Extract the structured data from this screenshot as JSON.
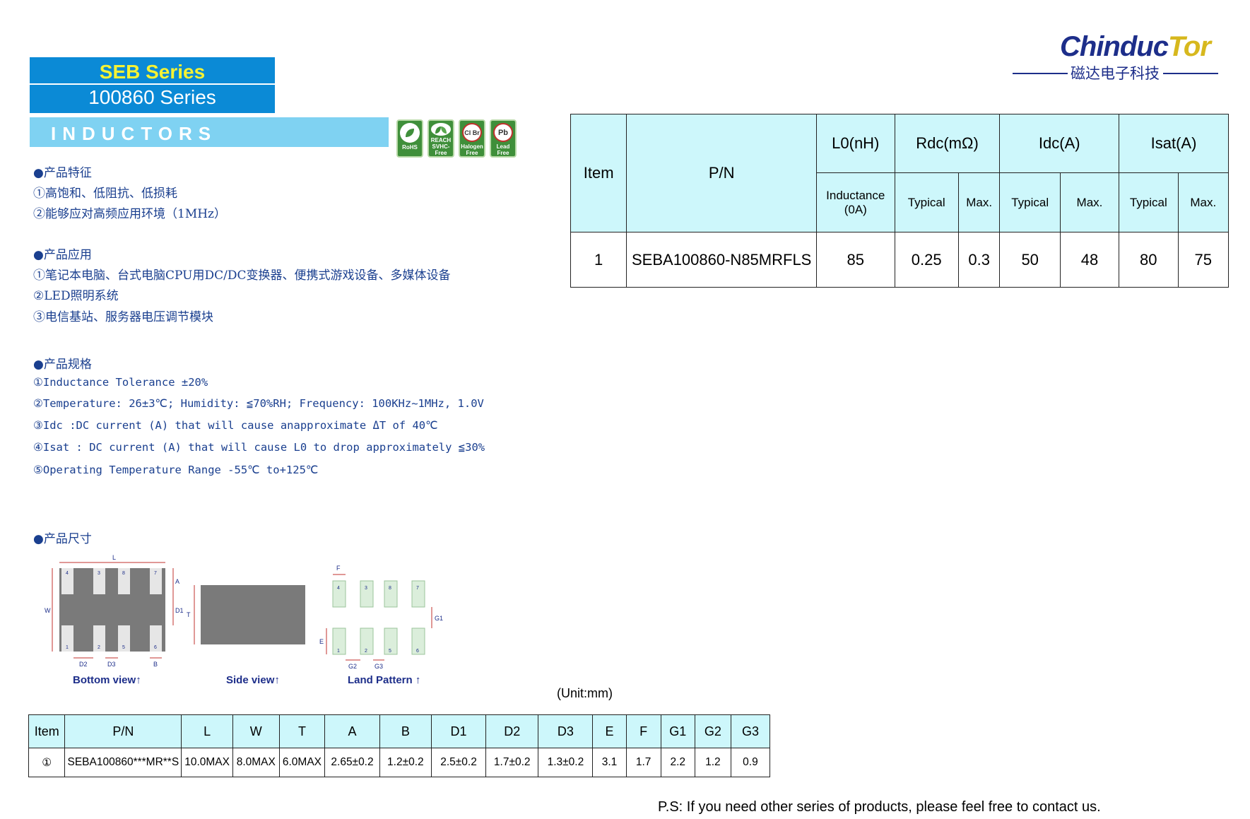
{
  "header": {
    "series_title": "SEB Series",
    "series_sub": "100860 Series",
    "category": "INDUCTORS",
    "badges": [
      {
        "icon": "leaf-icon",
        "label": "RoHS"
      },
      {
        "icon": "leaves-icon",
        "label": "REACH SVHC-Free"
      },
      {
        "icon": "halogen-free-icon",
        "label": "Halogen Free"
      },
      {
        "icon": "lead-free-icon",
        "label": "Lead Free"
      }
    ],
    "badge_symbols": [
      "Cl Br",
      "Pb"
    ]
  },
  "logo": {
    "brand_main": "Chinduc",
    "brand_tail": "Tor",
    "brand_cn": "磁达电子科技"
  },
  "features": {
    "title": "●产品特征",
    "items": [
      "①高饱和、低阻抗、低损耗",
      "②能够应对高频应用环境（1MHz）"
    ]
  },
  "applications": {
    "title": "●产品应用",
    "items": [
      "①笔记本电脑、台式电脑CPU用DC/DC变换器、便携式游戏设备、多媒体设备",
      "②LED照明系统",
      "③电信基站、服务器电压调节模块"
    ]
  },
  "specs": {
    "title": "●产品规格",
    "items": [
      "①Inductance Tolerance ±20%",
      "②Temperature: 26±3℃; Humidity: ≦70%RH; Frequency: 100KHz~1MHz, 1.0V",
      "③Idc :DC current (A) that will cause anapproximate ΔT of 40℃",
      "④Isat : DC current (A) that will cause L0 to drop approximately ≦30%",
      "⑤Operating Temperature Range -55℃ to+125℃"
    ]
  },
  "dimensions_title": "●产品尺寸",
  "drawings": {
    "bottom_caption": "Bottom view",
    "side_caption": "Side view",
    "land_caption": "Land Pattern",
    "labels": {
      "L": "L",
      "W": "W",
      "T": "T",
      "A": "A",
      "B": "B",
      "D1": "D1",
      "D2": "D2",
      "D3": "D3",
      "E": "E",
      "F": "F",
      "G1": "G1",
      "G2": "G2",
      "G3": "G3"
    },
    "pin_top": [
      "4",
      "3",
      "8",
      "7"
    ],
    "pin_bottom": [
      "1",
      "2",
      "5",
      "6"
    ]
  },
  "spec_table": {
    "headers": {
      "item": "Item",
      "pn": "P/N",
      "l0": "L0(nH)",
      "rdc": "Rdc(mΩ)",
      "idc": "Idc(A)",
      "isat": "Isat(A)",
      "inductance": "Inductance (0A)",
      "typical": "Typical",
      "max": "Max."
    },
    "rows": [
      {
        "item": "1",
        "pn": "SEBA100860-N85MRFLS",
        "l0": "85",
        "rdc_typ": "0.25",
        "rdc_max": "0.3",
        "idc_typ": "50",
        "idc_max": "48",
        "isat_typ": "80",
        "isat_max": "75"
      }
    ]
  },
  "unit_note": "(Unit:mm)",
  "dim_table": {
    "headers": [
      "Item",
      "P/N",
      "L",
      "W",
      "T",
      "A",
      "B",
      "D1",
      "D2",
      "D3",
      "E",
      "F",
      "G1",
      "G2",
      "G3"
    ],
    "rows": [
      [
        "①",
        "SEBA100860***MR**S",
        "10.0MAX",
        "8.0MAX",
        "6.0MAX",
        "2.65±0.2",
        "1.2±0.2",
        "2.5±0.2",
        "1.7±0.2",
        "1.3±0.2",
        "3.1",
        "1.7",
        "2.2",
        "1.2",
        "0.9"
      ]
    ]
  },
  "footer_note": "P.S: If you need other series of products, please feel free to contact us."
}
